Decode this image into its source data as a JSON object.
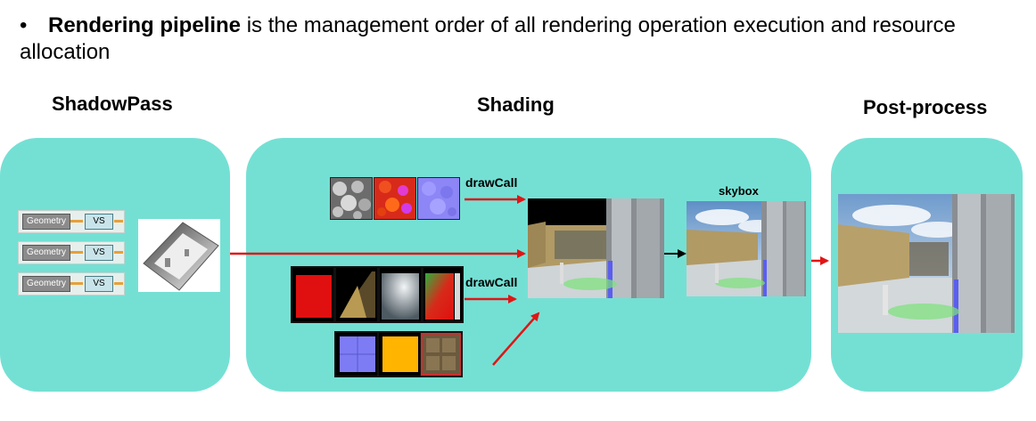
{
  "bullet": {
    "marker": "•",
    "bold_text": "Rendering pipeline",
    "rest_text": " is the management order of all rendering operation execution and resource allocation"
  },
  "sections": {
    "shadow_title": "ShadowPass",
    "shading_title": "Shading",
    "post_title": "Post-process"
  },
  "shadow_pass": {
    "rows": [
      {
        "geometry_label": "Geometry",
        "vs_label": "VS"
      },
      {
        "geometry_label": "Geometry",
        "vs_label": "VS"
      },
      {
        "geometry_label": "Geometry",
        "vs_label": "VS"
      }
    ]
  },
  "shading": {
    "draw_call_1": "drawCall",
    "draw_call_2": "drawCall",
    "skybox_label": "skybox"
  },
  "colors": {
    "panel": "#74e0d4",
    "arrow_red": "#e01515",
    "arrow_black": "#000000"
  }
}
